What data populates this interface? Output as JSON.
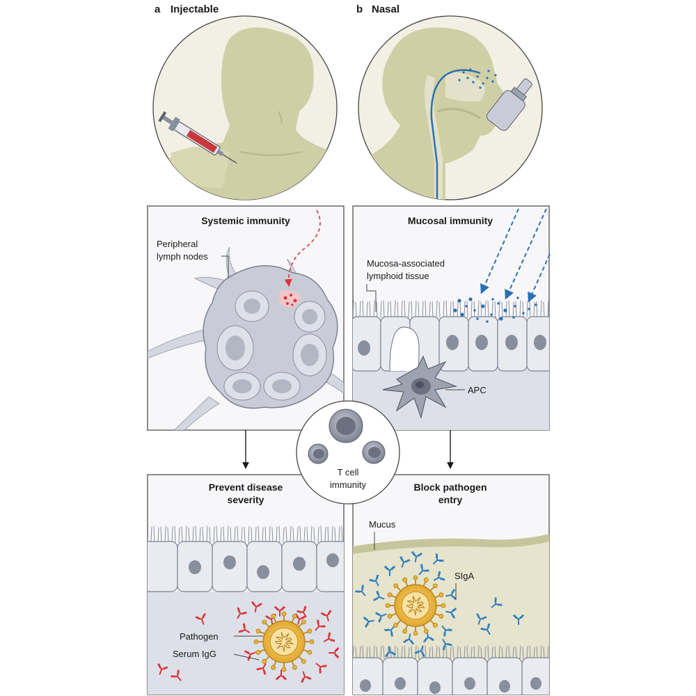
{
  "panels": {
    "a": {
      "letter": "a",
      "title": "Injectable"
    },
    "b": {
      "letter": "b",
      "title": "Nasal"
    }
  },
  "systemic": {
    "title": "Systemic immunity",
    "lymph_label_1": "Peripheral",
    "lymph_label_2": "lymph nodes"
  },
  "mucosal": {
    "title": "Mucosal immunity",
    "malt_label_1": "Mucosa-associated",
    "malt_label_2": "lymphoid tissue",
    "apc_label": "APC"
  },
  "tcell": {
    "label_1": "T cell",
    "label_2": "immunity"
  },
  "severity": {
    "title_1": "Prevent disease",
    "title_2": "severity",
    "pathogen_label": "Pathogen",
    "igg_label": "Serum IgG"
  },
  "block": {
    "title_1": "Block pathogen",
    "title_2": "entry",
    "mucus_label": "Mucus",
    "siga_label": "SIgA"
  },
  "colors": {
    "body": "#cfcfa6",
    "tissue": "#dde0e8",
    "cell": "#e9ebf0",
    "nucleus": "#8a8f9e",
    "igg": "#d8363a",
    "siga": "#2f7fc1",
    "pathogen": "#e8b53a",
    "spray": "#2a6fb3"
  }
}
